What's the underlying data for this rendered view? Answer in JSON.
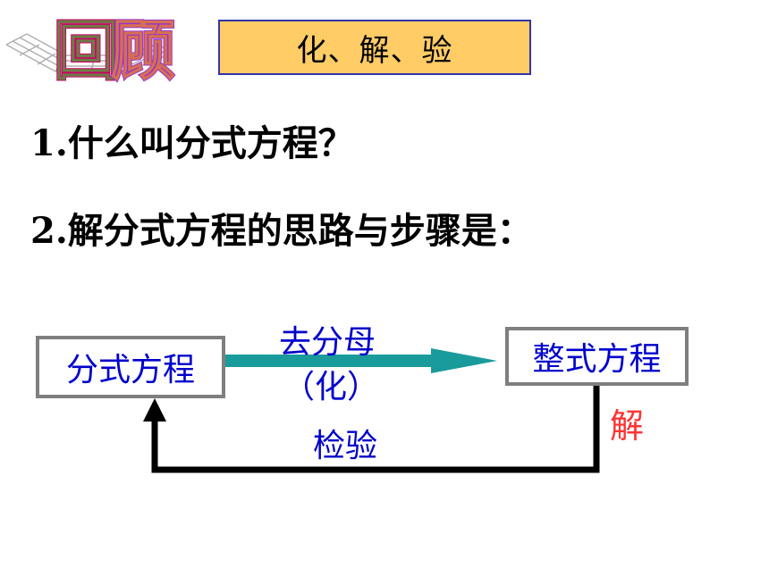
{
  "header": {
    "logo_text": "回顾",
    "topic_box": "化、解、验"
  },
  "questions": [
    {
      "number": "1.",
      "text": "什么叫分式方程？"
    },
    {
      "number": "2.",
      "text": "解分式方程的思路与步骤是："
    }
  ],
  "flowchart": {
    "start_box": "分式方程",
    "end_box": "整式方程",
    "forward_label": "去分母",
    "forward_label_sub": "（化）",
    "solve_label": "解",
    "return_label": "检验"
  },
  "colors": {
    "topic_fill": "#ffcc66",
    "topic_border": "#3333aa",
    "flow_text": "#0000cc",
    "solve_text": "#ff3333",
    "arrow_teal": "#1a9b9b",
    "box_border": "#7f7f7f"
  }
}
